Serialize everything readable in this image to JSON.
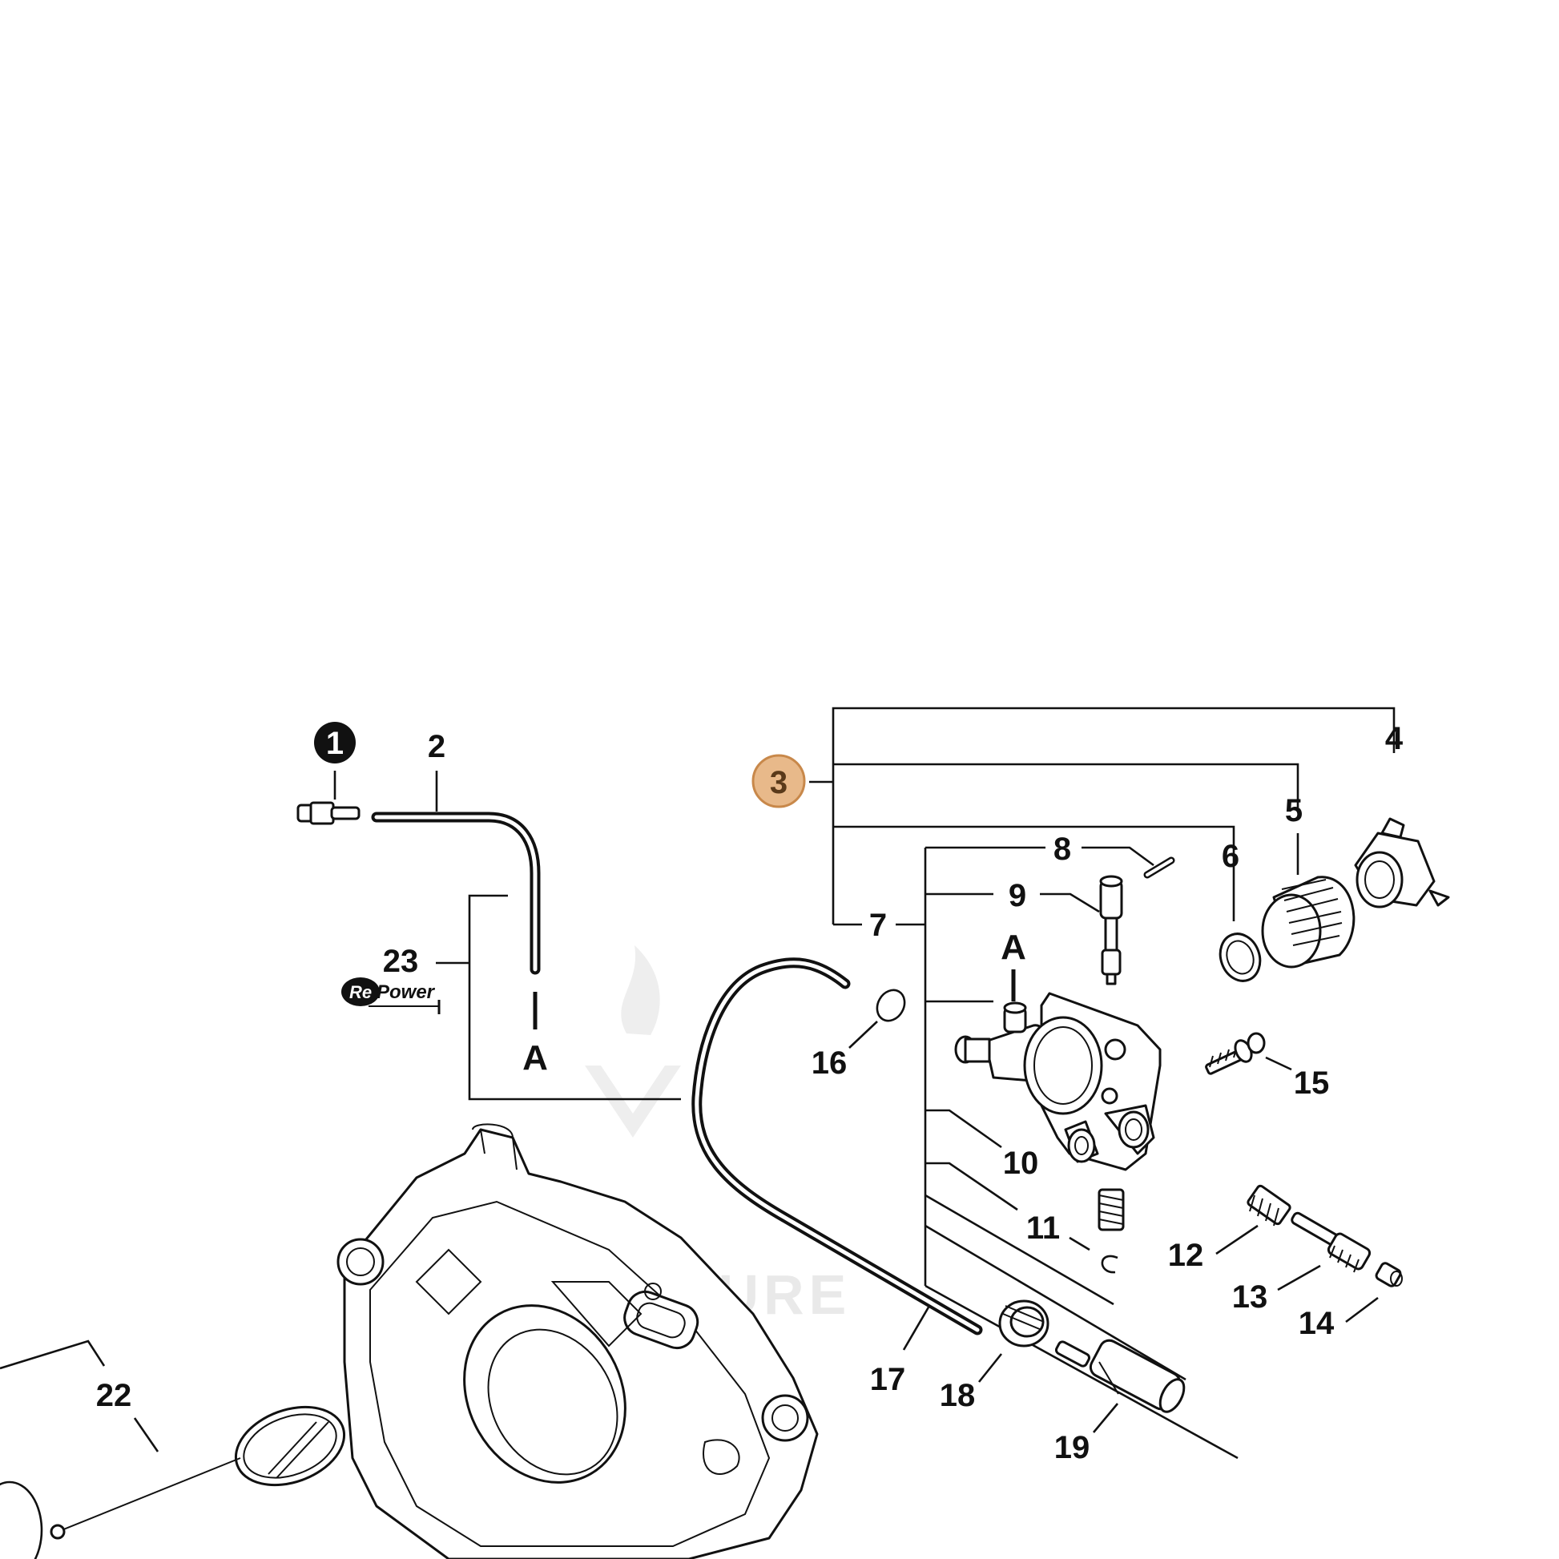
{
  "diagram": {
    "callouts": {
      "c1": "1",
      "c2": "2",
      "c3": "3",
      "c4": "4",
      "c5": "5",
      "c6": "6",
      "c7": "7",
      "c8": "8",
      "c9": "9",
      "c10": "10",
      "c11": "11",
      "c12": "12",
      "c13": "13",
      "c14": "14",
      "c15": "15",
      "c16": "16",
      "c17": "17",
      "c18": "18",
      "c19": "19",
      "c22": "22",
      "c23": "23"
    },
    "connector_left": "A",
    "connector_right": "A",
    "repower_logo": {
      "re": "Re",
      "power": "Power"
    },
    "watermark": "EADVENTURE",
    "highlight_color": "#E8B98A",
    "highlight_stroke": "#C8884A"
  }
}
